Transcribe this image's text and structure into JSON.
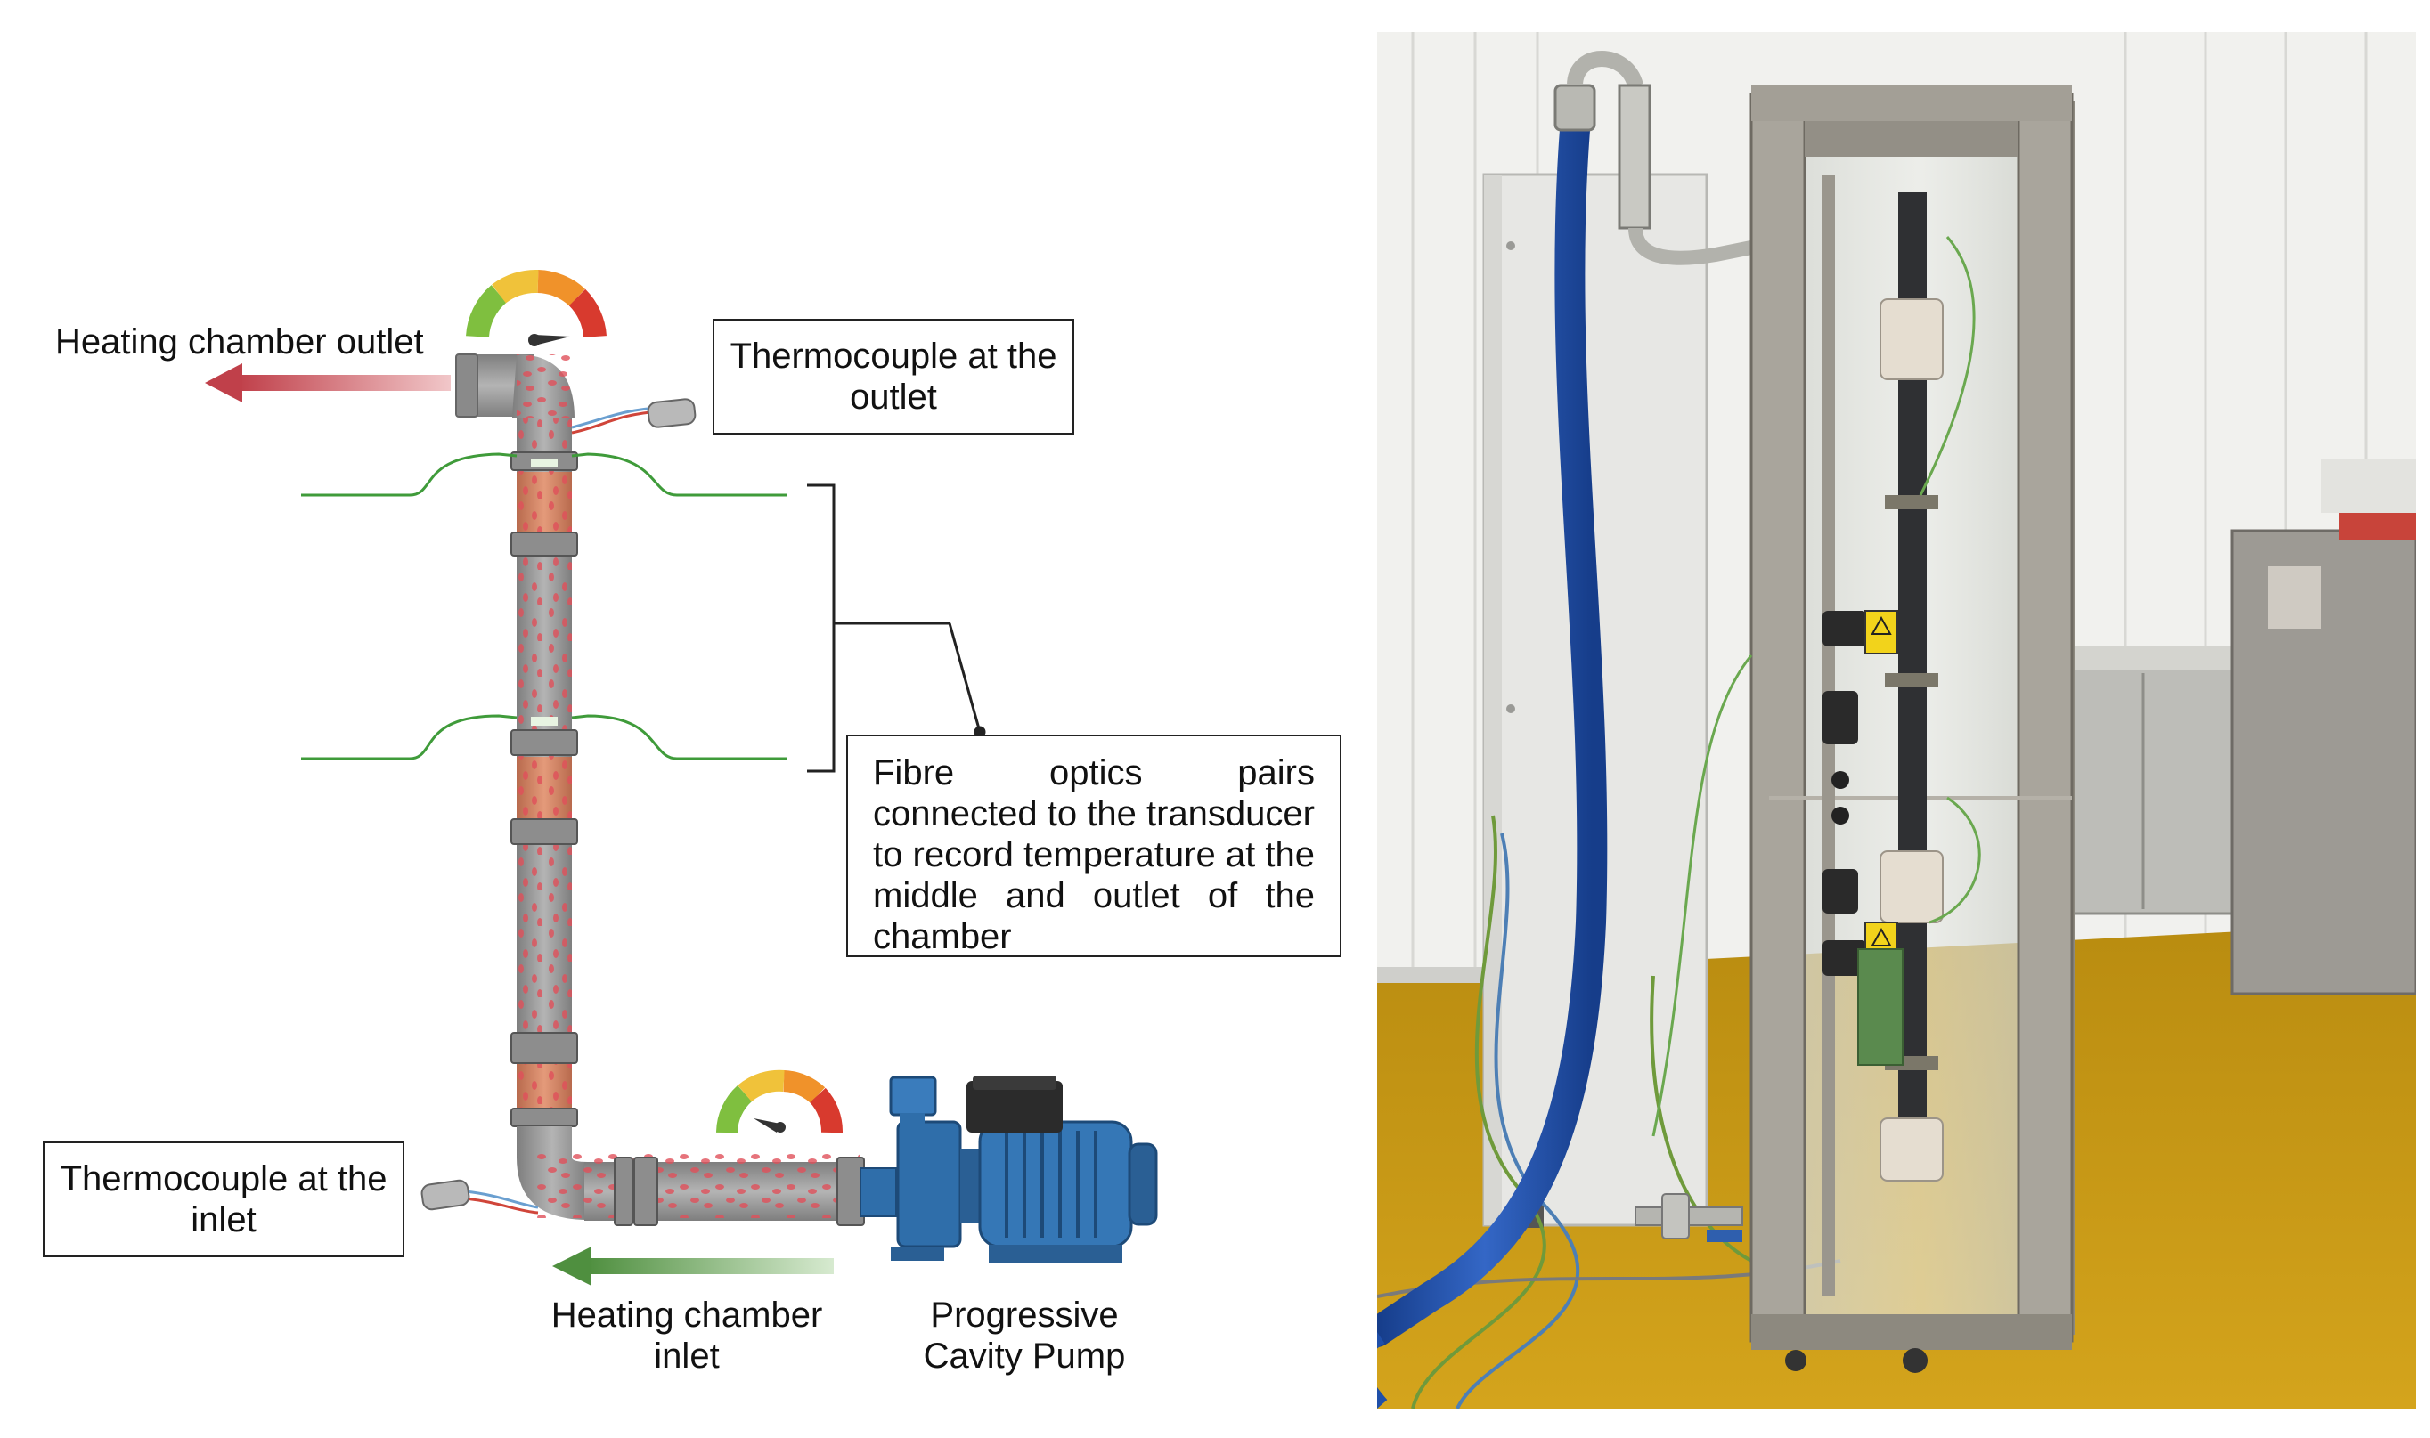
{
  "diagram": {
    "labels": {
      "outlet_label": "Heating chamber outlet",
      "thermocouple_outlet": [
        "Thermocouple at the",
        "outlet"
      ],
      "thermocouple_inlet": [
        "Thermocouple at the",
        "inlet"
      ],
      "fibre_optics": [
        "Fibre optics pairs",
        "connected to the transducer",
        "to record temperature at the",
        "middle and outlet of the",
        "chamber"
      ],
      "inlet_label": [
        "Heating chamber",
        "inlet"
      ],
      "pump_label": [
        "Progressive",
        "Cavity Pump"
      ]
    },
    "colors": {
      "outlet_arrow": "#c0404a",
      "inlet_arrow": "#4f8f3f",
      "pipe_grey": "#9a9a9a",
      "pipe_copper": "#d78a6a",
      "fibre_green": "#3f9b3a",
      "pump_blue": "#2f6eaa",
      "particle_red": "#e0505a"
    },
    "icons": [
      "temperature-gauge-icon",
      "thermocouple-probe-icon",
      "pump-icon"
    ]
  },
  "photo": {
    "caption": "",
    "colors": {
      "wall": "#f2f2ef",
      "floor": "#c99a14",
      "hose_blue": "#1f4fa8",
      "cabinet": "#e6e6e3",
      "frame_steel": "#a7a39a"
    }
  }
}
